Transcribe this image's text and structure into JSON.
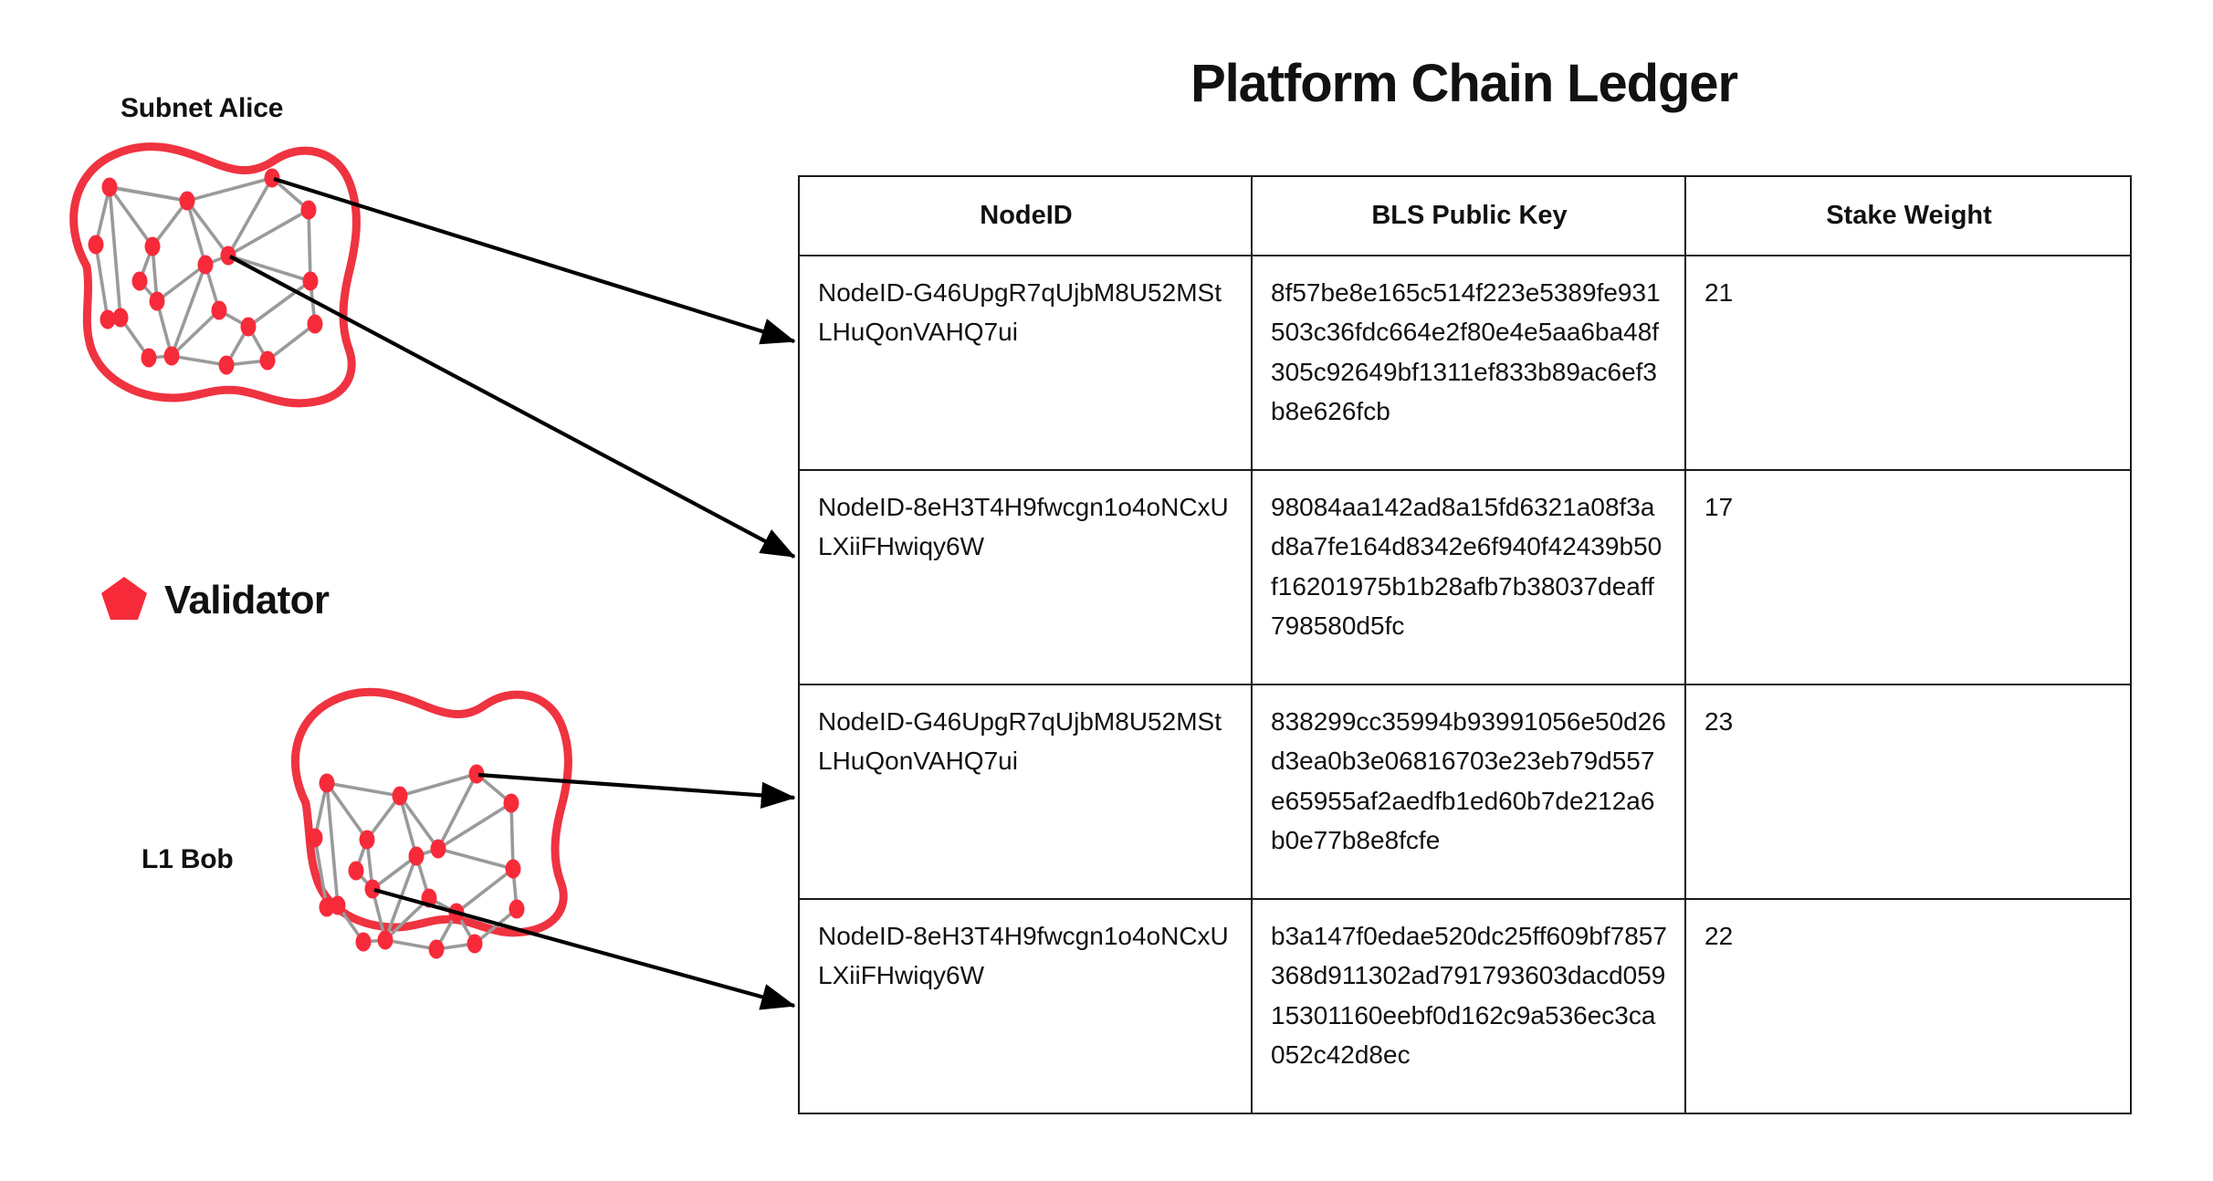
{
  "diagram": {
    "groups": [
      {
        "name": "subnet-alice",
        "label": "Subnet Alice"
      },
      {
        "name": "l1-bob",
        "label": "L1 Bob"
      }
    ],
    "legend": {
      "icon": "pentagon-icon",
      "label": "Validator"
    },
    "colors": {
      "validator_red": "#F72A3A",
      "blob_outline": "#EF3340",
      "edge_gray": "#9A9A9A",
      "arrow_black": "#000000"
    },
    "arrows": [
      {
        "name": "arrow-alice-row1",
        "from_group": "subnet-alice",
        "to_row": 1
      },
      {
        "name": "arrow-alice-row2",
        "from_group": "subnet-alice",
        "to_row": 2
      },
      {
        "name": "arrow-bob-row3",
        "from_group": "l1-bob",
        "to_row": 3
      },
      {
        "name": "arrow-bob-row4",
        "from_group": "l1-bob",
        "to_row": 4
      }
    ]
  },
  "ledger": {
    "title": "Platform Chain Ledger",
    "columns": [
      {
        "key": "nodeid",
        "label": "NodeID",
        "align": "left"
      },
      {
        "key": "bls",
        "label": "BLS Public Key",
        "align": "left"
      },
      {
        "key": "stake",
        "label": "Stake Weight",
        "align": "center"
      }
    ],
    "rows": [
      {
        "nodeid": "NodeID-G46UpgR7qUjbM8U52MStLHuQonVAHQ7ui",
        "bls": "8f57be8e165c514f223e5389fe931503c36fdc664e2f80e4e5aa6ba48f305c92649bf1311ef833b89ac6ef3b8e626fcb",
        "stake": "21"
      },
      {
        "nodeid": "NodeID-8eH3T4H9fwcgn1o4oNCxULXiiFHwiqy6W",
        "bls": "98084aa142ad8a15fd6321a08f3ad8a7fe164d8342e6f940f42439b50f16201975b1b28afb7b38037deaff798580d5fc",
        "stake": "17"
      },
      {
        "nodeid": "NodeID-G46UpgR7qUjbM8U52MStLHuQonVAHQ7ui",
        "bls": "838299cc35994b93991056e50d26d3ea0b3e06816703e23eb79d557e65955af2aedfb1ed60b7de212a6b0e77b8e8fcfe",
        "stake": "23"
      },
      {
        "nodeid": "NodeID-8eH3T4H9fwcgn1o4oNCxULXiiFHwiqy6W",
        "bls": "b3a147f0edae520dc25ff609bf7857368d911302ad791793603dacd05915301160eebf0d162c9a536ec3ca052c42d8ec",
        "stake": "22"
      }
    ]
  }
}
